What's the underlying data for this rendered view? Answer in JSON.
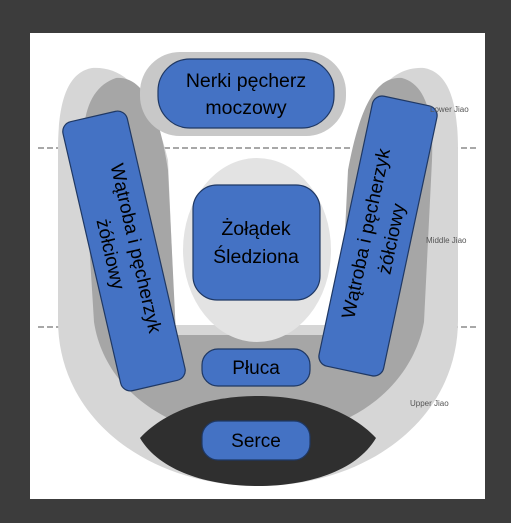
{
  "diagram": {
    "top_box": {
      "line1": "Nerki pęcherz",
      "line2": "moczowy"
    },
    "left_box": {
      "line1": "Wątroba i pęcherzyk",
      "line2": "żółciowy"
    },
    "right_box": {
      "line1": "Wątroba i pęcherzyk",
      "line2": "żółciowy"
    },
    "center_box": {
      "line1": "Żołądek",
      "line2": "Śledziona"
    },
    "lungs_box": "Płuca",
    "heart_box": "Serce",
    "zone_labels": {
      "lower": "Lower Jiao",
      "middle": "Middle Jiao",
      "upper": "Upper Jiao"
    }
  },
  "colors": {
    "outer_background": "#3c3c3c",
    "canvas": "#ffffff",
    "light_gray": "#d6d6d6",
    "mid_gray": "#a6a6a6",
    "dark": "#2f2f2f",
    "organ_blue": "#4472c4",
    "organ_outline": "#1f3864",
    "divider": "#8c8c8c"
  }
}
